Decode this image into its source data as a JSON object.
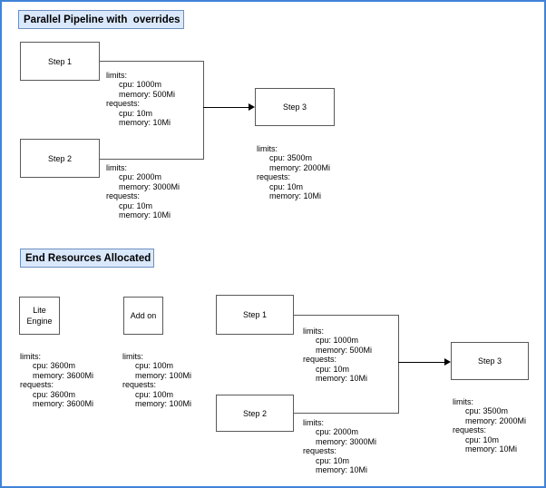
{
  "canvas": {
    "border_color": "#4183d7",
    "background_color": "#ffffff",
    "title_fill_color": "#dae8fc",
    "title_border_color": "#6c8ebf"
  },
  "pipeline_section": {
    "title": "Parallel Pipeline with  overrides",
    "step1": {
      "label": "Step 1",
      "resources": {
        "limits_label": "limits:",
        "limits_cpu": "cpu: 1000m",
        "limits_memory": "memory: 500Mi",
        "requests_label": "requests:",
        "requests_cpu": "cpu: 10m",
        "requests_memory": "memory: 10Mi"
      }
    },
    "step2": {
      "label": "Step 2",
      "resources": {
        "limits_label": "limits:",
        "limits_cpu": "cpu: 2000m",
        "limits_memory": "memory: 3000Mi",
        "requests_label": "requests:",
        "requests_cpu": "cpu: 10m",
        "requests_memory": "memory: 10Mi"
      }
    },
    "step3": {
      "label": "Step 3",
      "resources": {
        "limits_label": "limits:",
        "limits_cpu": "cpu: 3500m",
        "limits_memory": "memory: 2000Mi",
        "requests_label": "requests:",
        "requests_cpu": "cpu: 10m",
        "requests_memory": "memory: 10Mi"
      }
    }
  },
  "end_resources_section": {
    "title": "End Resources Allocated",
    "lite_engine": {
      "label_line1": "Lite",
      "label_line2": "Engine",
      "resources": {
        "limits_label": "limits:",
        "limits_cpu": "cpu: 3600m",
        "limits_memory": "memory: 3600Mi",
        "requests_label": "requests:",
        "requests_cpu": "cpu: 3600m",
        "requests_memory": "memory: 3600Mi"
      }
    },
    "add_on": {
      "label": "Add on",
      "resources": {
        "limits_label": "limits:",
        "limits_cpu": "cpu: 100m",
        "limits_memory": "memory: 100Mi",
        "requests_label": "requests:",
        "requests_cpu": "cpu: 100m",
        "requests_memory": "memory: 100Mi"
      }
    },
    "step1": {
      "label": "Step 1",
      "resources": {
        "limits_label": "limits:",
        "limits_cpu": "cpu: 1000m",
        "limits_memory": "memory: 500Mi",
        "requests_label": "requests:",
        "requests_cpu": "cpu: 10m",
        "requests_memory": "memory: 10Mi"
      }
    },
    "step2": {
      "label": "Step 2",
      "resources": {
        "limits_label": "limits:",
        "limits_cpu": "cpu: 2000m",
        "limits_memory": "memory: 3000Mi",
        "requests_label": "requests:",
        "requests_cpu": "cpu: 10m",
        "requests_memory": "memory: 10Mi"
      }
    },
    "step3": {
      "label": "Step 3",
      "resources": {
        "limits_label": "limits:",
        "limits_cpu": "cpu: 3500m",
        "limits_memory": "memory: 2000Mi",
        "requests_label": "requests:",
        "requests_cpu": "cpu: 10m",
        "requests_memory": "memory: 10Mi"
      }
    }
  }
}
